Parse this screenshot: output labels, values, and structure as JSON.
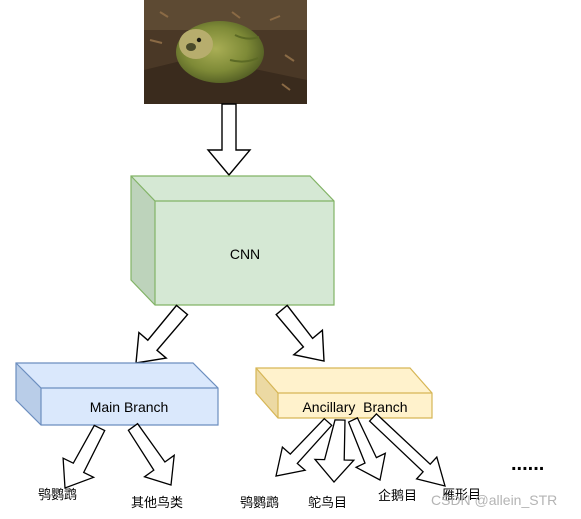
{
  "photo": {
    "subject": "kakapo parrot photo"
  },
  "cnn": {
    "label": "CNN"
  },
  "main_branch": {
    "label": "Main Branch",
    "outputs": [
      "鸮鹦鹉",
      "其他鸟类"
    ]
  },
  "ancillary_branch": {
    "label": "Ancillary  Branch",
    "outputs": [
      "鸮鹦鹉",
      "鸵鸟目",
      "企鹅目",
      "雁形目"
    ]
  },
  "ellipsis": "......",
  "watermark": "CSDN @allein_STR",
  "colors": {
    "cnn_fill": "#d5e8d4",
    "cnn_stroke": "#82b366",
    "main_fill": "#dae8fc",
    "main_stroke": "#6c8ebf",
    "anc_fill": "#fff2cc",
    "anc_stroke": "#d6b656"
  }
}
